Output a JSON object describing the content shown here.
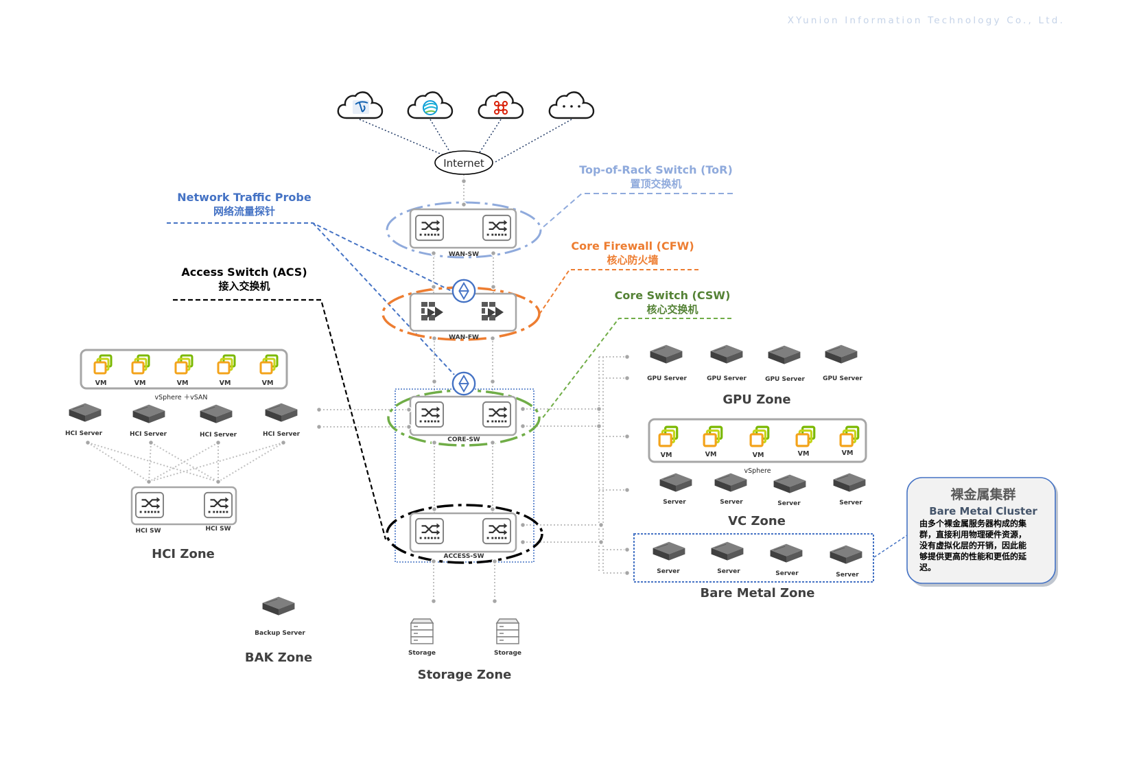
{
  "header": {
    "company": "XYunion Information Technology Co., Ltd."
  },
  "internet": {
    "label": "Internet"
  },
  "callouts": {
    "tor": {
      "en": "Top-of-Rack Switch (ToR)",
      "zh": "置顶交换机",
      "color": "#8faadc"
    },
    "probe": {
      "en": "Network Traffic Probe",
      "zh": "网络流量探针",
      "color": "#4472c4"
    },
    "cfw": {
      "en": "Core Firewall (CFW)",
      "zh": "核心防火墙",
      "color": "#ed7d31"
    },
    "csw": {
      "en": "Core Switch (CSW)",
      "zh": "核心交换机",
      "color": "#70ad47"
    },
    "acs": {
      "en": "Access Switch (ACS)",
      "zh": "接入交换机",
      "color": "#000000"
    }
  },
  "devices": {
    "wan_sw": "WAN-SW",
    "wan_fw": "WAN-FW",
    "core_sw": "CORE-SW",
    "access_sw": "ACCESS-SW"
  },
  "hci": {
    "vm_labels": [
      "VM",
      "VM",
      "VM",
      "VM",
      "VM"
    ],
    "platform": "vSphere ＋vSAN",
    "servers": [
      "HCI Server",
      "HCI Server",
      "HCI Server",
      "HCI Server"
    ],
    "switches": [
      "HCI SW",
      "HCI SW"
    ],
    "zone": "HCI Zone"
  },
  "gpu": {
    "servers": [
      "GPU Server",
      "GPU Server",
      "GPU Server",
      "GPU Server"
    ],
    "zone": "GPU Zone"
  },
  "vc": {
    "vm_labels": [
      "VM",
      "VM",
      "VM",
      "VM",
      "VM"
    ],
    "platform": "vSphere",
    "servers": [
      "Server",
      "Server",
      "Server",
      "Server"
    ],
    "zone": "VC Zone"
  },
  "bare_metal": {
    "servers": [
      "Server",
      "Server",
      "Server",
      "Server"
    ],
    "zone": "Bare Metal Zone",
    "info_title_zh": "裸金属集群",
    "info_title_en": "Bare Metal Cluster",
    "info_lines": [
      "由多个裸金属服务器构成的集",
      "群，直接利用物理硬件资源，",
      "没有虚拟化层的开销，因此能",
      "够提供更高的性能和更低的延",
      "迟。"
    ]
  },
  "bak": {
    "server": "Backup Server",
    "zone": "BAK Zone"
  },
  "storage": {
    "items": [
      "Storage",
      "Storage"
    ],
    "zone": "Storage Zone"
  },
  "icons": [
    "cloud-icon",
    "china-telecom-logo",
    "china-mobile-logo",
    "china-unicom-logo",
    "ellipsis-icon",
    "switch-icon",
    "firewall-icon",
    "probe-icon",
    "server-icon",
    "vm-icon",
    "storage-icon"
  ]
}
